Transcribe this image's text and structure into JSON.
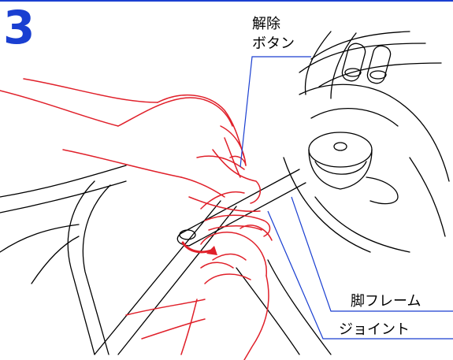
{
  "step_number": "3",
  "labels": {
    "release_button_line1": "解除",
    "release_button_line2": "ボタン",
    "leg_frame": "脚フレーム",
    "joint": "ジョイント"
  },
  "colors": {
    "accent_blue": "#1a3fd1",
    "hand_red": "#e0202a",
    "line_black": "#000000"
  }
}
